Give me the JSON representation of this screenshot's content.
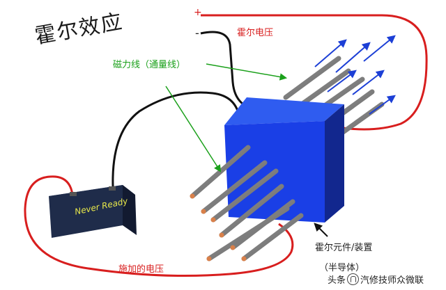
{
  "labels": {
    "title": "霍尔效应",
    "plus_terminal": "+",
    "minus_terminal": "-",
    "hall_voltage": "霍尔电压",
    "field_lines": "磁力线（通量线）",
    "hall_element": "霍尔元件/装置",
    "semiconductor": "（半导体）",
    "applied_voltage": "施加的电压",
    "battery_brand": "Never Ready"
  },
  "watermark": {
    "prefix": "头条",
    "account": "汽修技师众微联"
  },
  "colors": {
    "wire_red": "#d81e1e",
    "wire_black": "#111111",
    "field_green": "#1aa01a",
    "arrow_blue": "#1c3fd6",
    "cube_front": "#1a3fe6",
    "battery": "#1f2c4a",
    "battery_text": "#e8e84a",
    "rod": "#7c7c7c",
    "rod_tip": "#d9804a"
  },
  "icons": {
    "electron_arrow": "arrow-ne-icon",
    "pointer_arrow": "arrow-nw-icon"
  }
}
